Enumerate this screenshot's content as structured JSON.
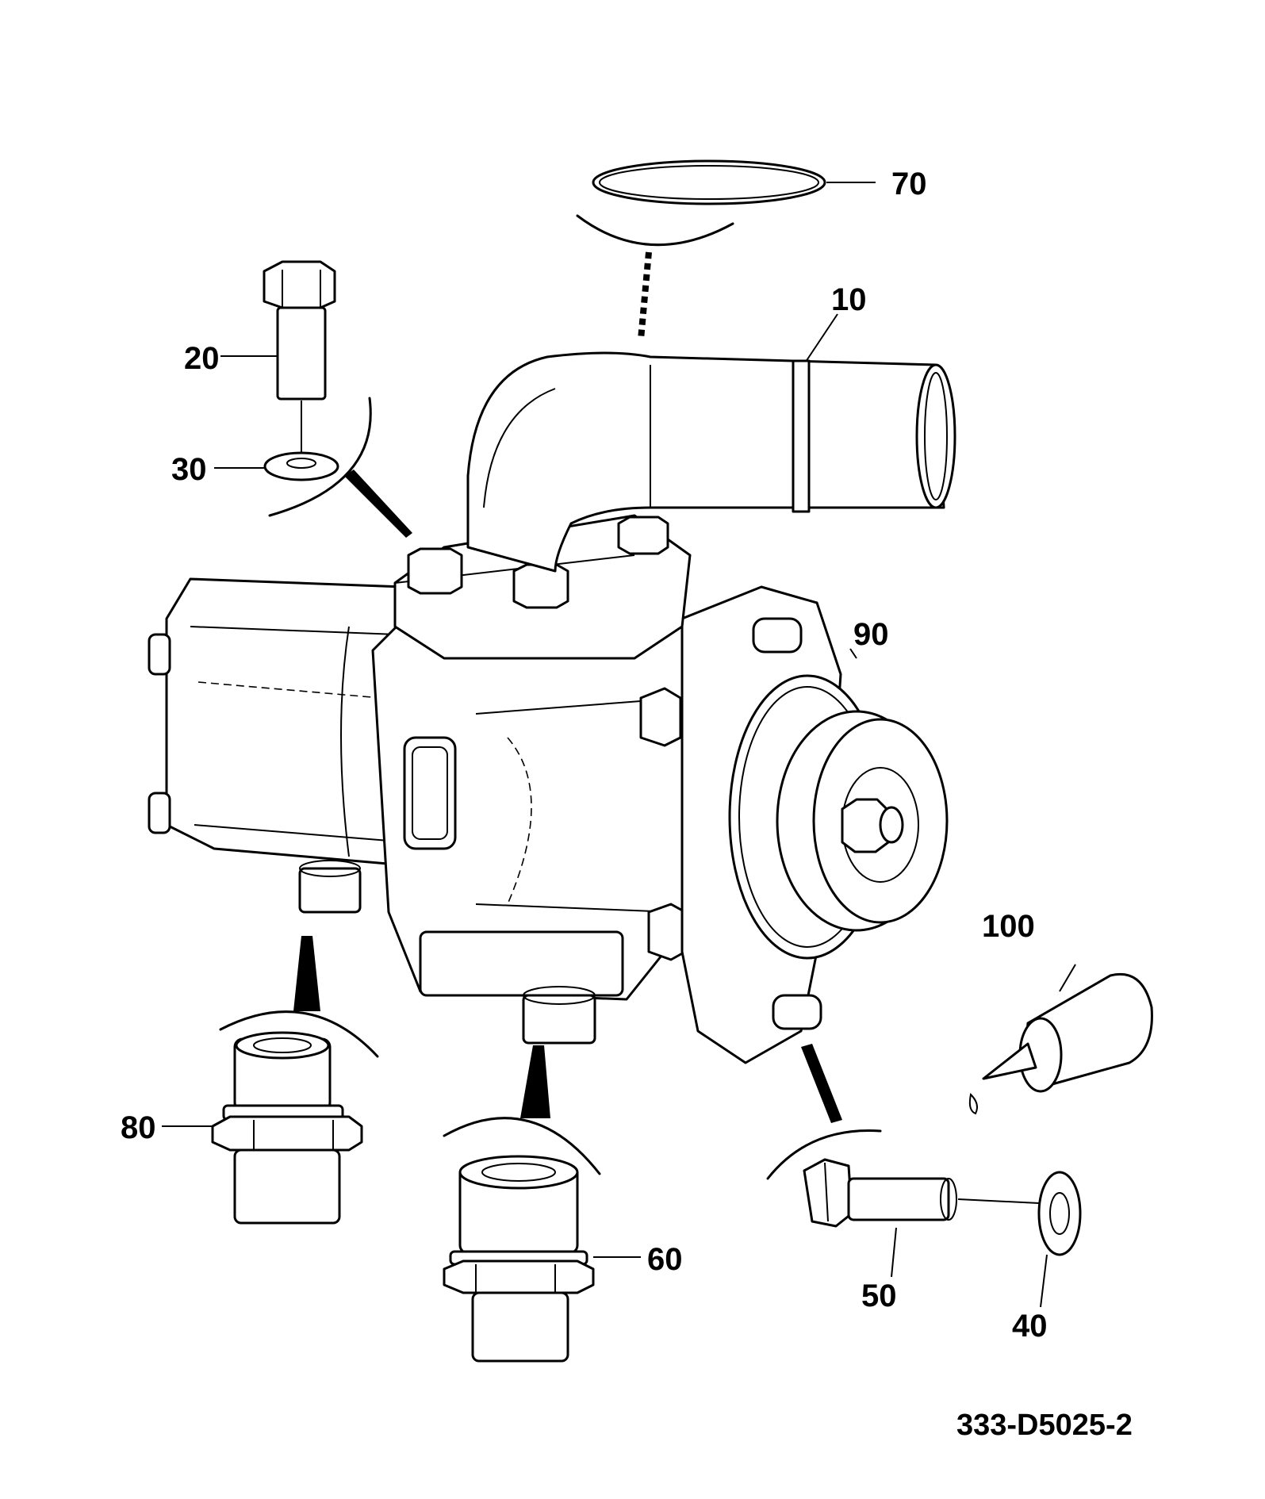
{
  "drawing": {
    "id": "333-D5025-2",
    "callouts": [
      {
        "key": "10",
        "label": "10"
      },
      {
        "key": "20",
        "label": "20"
      },
      {
        "key": "30",
        "label": "30"
      },
      {
        "key": "40",
        "label": "40"
      },
      {
        "key": "50",
        "label": "50"
      },
      {
        "key": "60",
        "label": "60"
      },
      {
        "key": "70",
        "label": "70"
      },
      {
        "key": "80",
        "label": "80"
      },
      {
        "key": "90",
        "label": "90"
      },
      {
        "key": "100",
        "label": "100"
      }
    ]
  },
  "colors": {
    "line": "#000000",
    "background": "#ffffff"
  }
}
